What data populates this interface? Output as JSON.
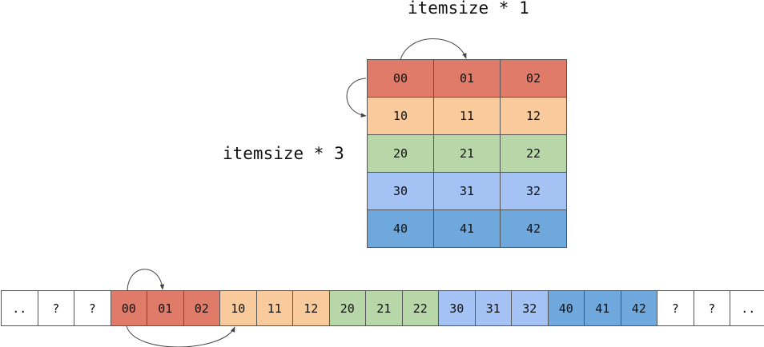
{
  "labels": {
    "row_stride": "itemsize * 1",
    "col_stride": "itemsize * 3"
  },
  "colors": {
    "row0": "#df7b68",
    "row1": "#f9cb9c",
    "row2": "#b7d7a8",
    "row3": "#a4c2f4",
    "row4": "#6fa8dc",
    "blank": "#ffffff"
  },
  "grid": [
    [
      "00",
      "01",
      "02"
    ],
    [
      "10",
      "11",
      "12"
    ],
    [
      "20",
      "21",
      "22"
    ],
    [
      "30",
      "31",
      "32"
    ],
    [
      "40",
      "41",
      "42"
    ]
  ],
  "strip": [
    "..",
    "?",
    "?",
    "00",
    "01",
    "02",
    "10",
    "11",
    "12",
    "20",
    "21",
    "22",
    "30",
    "31",
    "32",
    "40",
    "41",
    "42",
    "?",
    "?",
    ".."
  ]
}
